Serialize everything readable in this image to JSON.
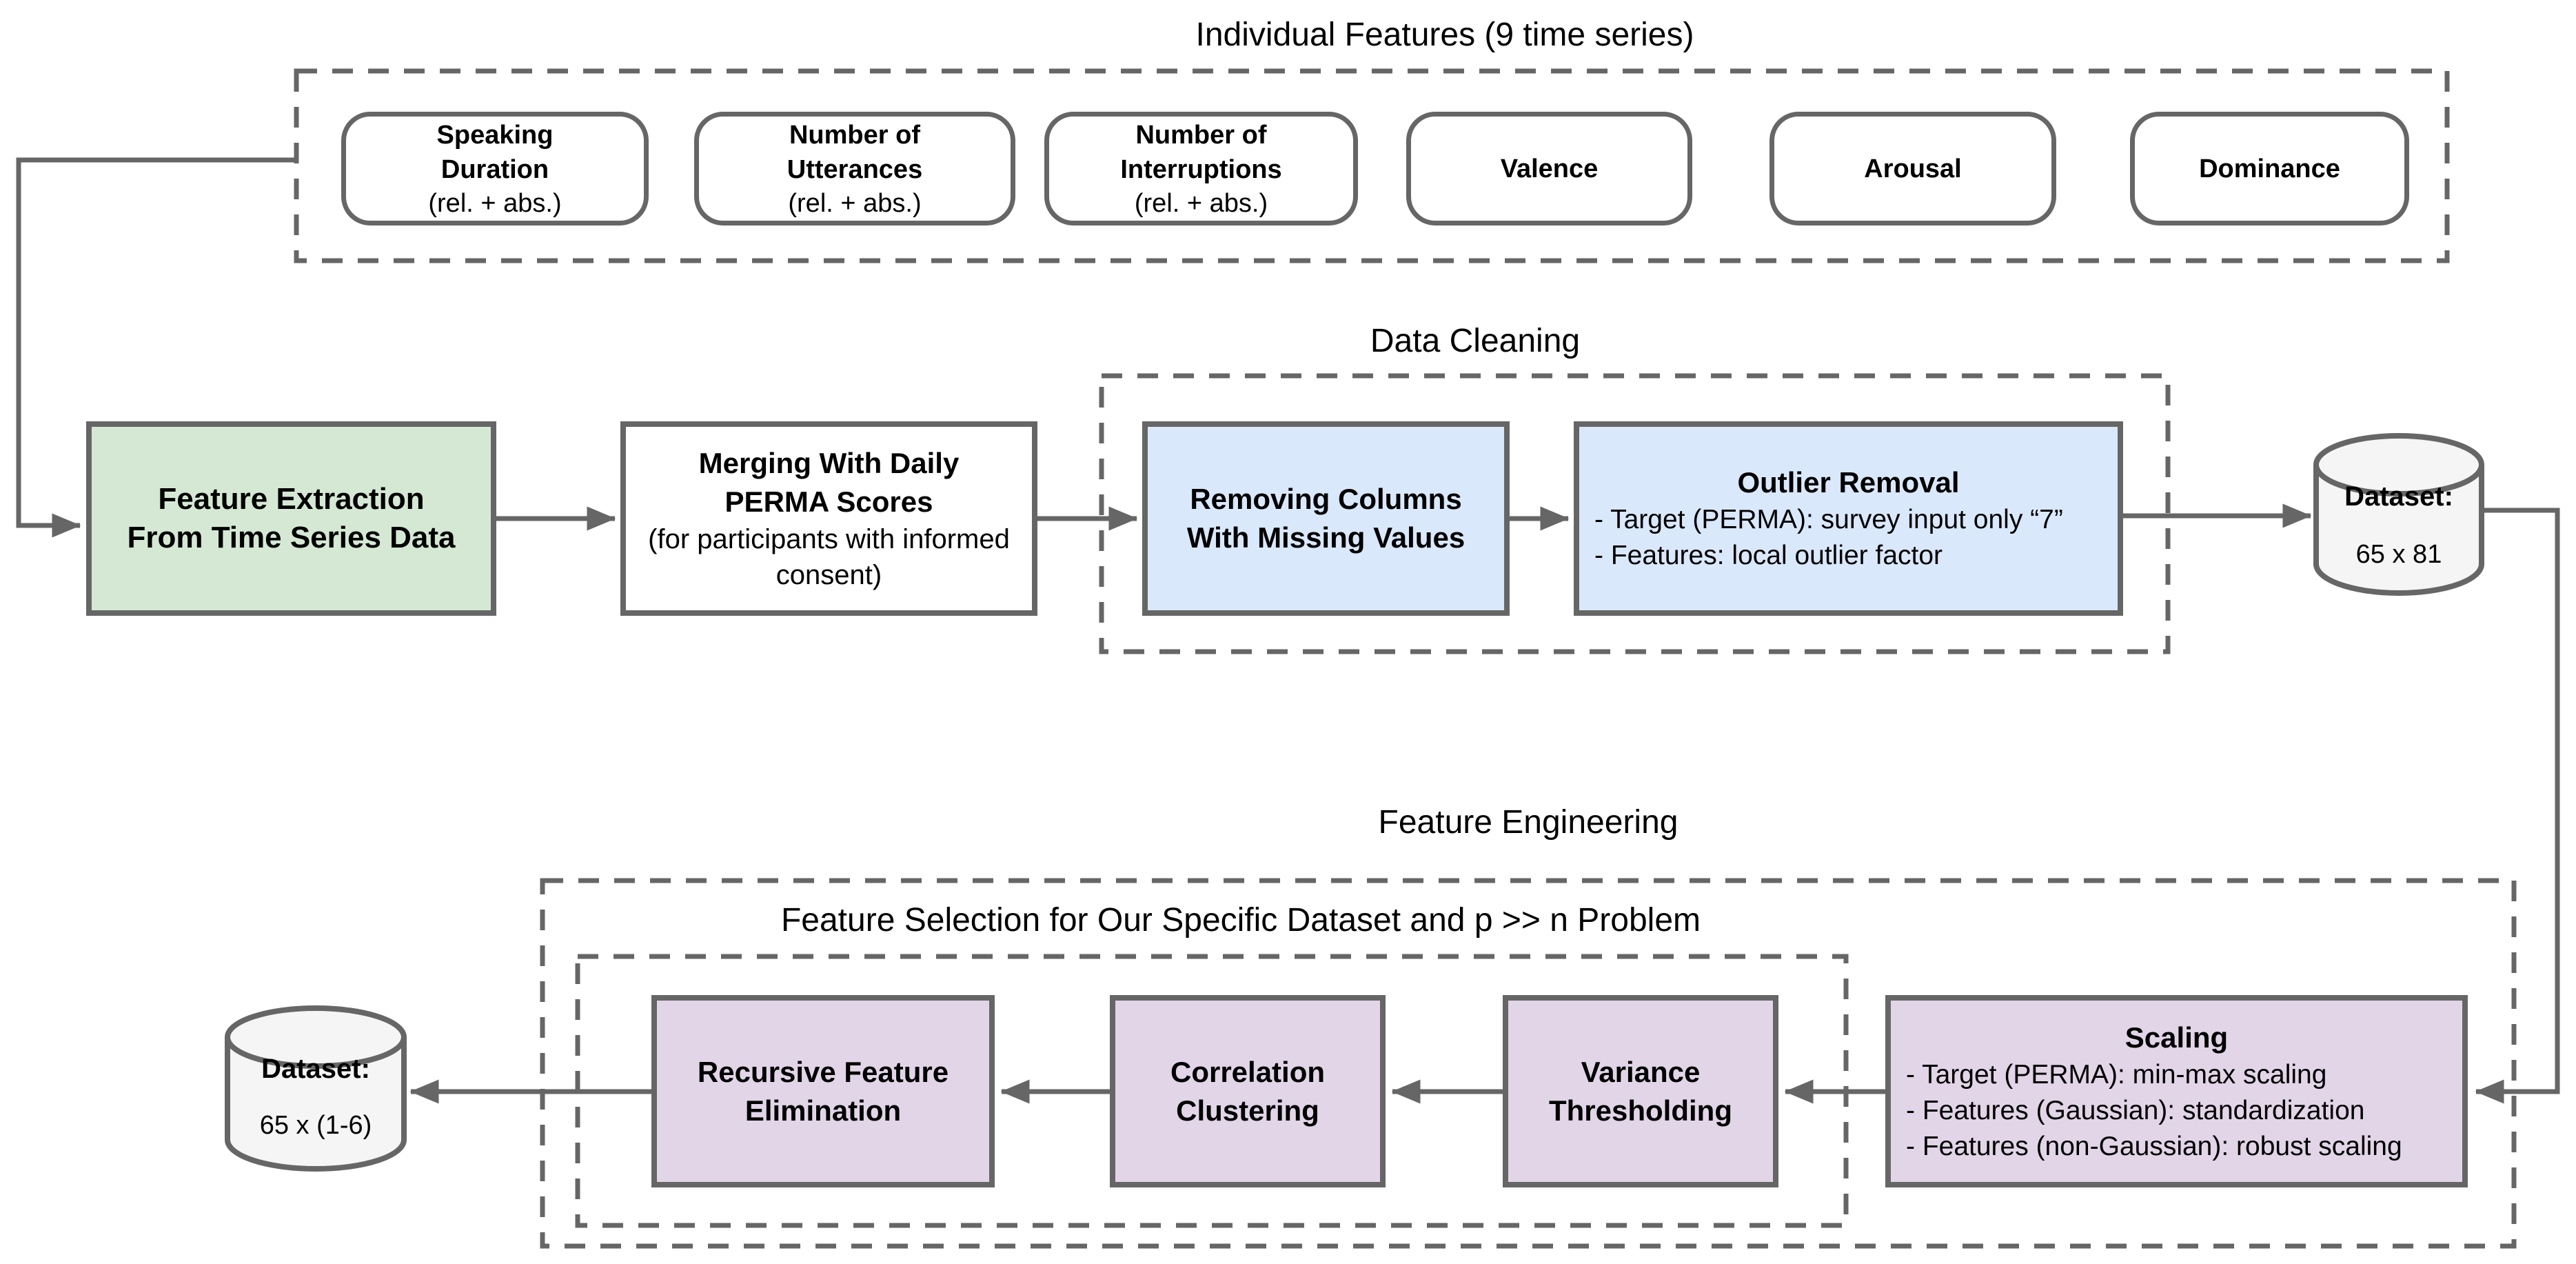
{
  "colors": {
    "green_fill": "#d5e8d4",
    "blue_fill": "#dae8fc",
    "purple_fill": "#e1d5e7",
    "cylinder_fill": "#f5f5f5",
    "stroke": "#666666",
    "text": "#000000"
  },
  "individual_features": {
    "title": "Individual Features (9 time series)",
    "items": [
      {
        "name": "Speaking\nDuration",
        "note": "(rel. + abs.)"
      },
      {
        "name": "Number of\nUtterances",
        "note": "(rel. + abs.)"
      },
      {
        "name": "Number of\nInterruptions",
        "note": "(rel. + abs.)"
      },
      {
        "name": "Valence",
        "note": ""
      },
      {
        "name": "Arousal",
        "note": ""
      },
      {
        "name": "Dominance",
        "note": ""
      }
    ]
  },
  "main_flow": {
    "feature_extraction": "Feature Extraction\nFrom Time Series Data",
    "merging_title": "Merging With Daily\nPERMA Scores",
    "merging_note": "(for participants with informed\nconsent)",
    "data_cleaning_label": "Data Cleaning",
    "removing_columns": "Removing Columns\nWith Missing Values",
    "outlier_title": "Outlier Removal",
    "outlier_bullets": "- Target (PERMA): survey input only “7”\n- Features: local outlier factor",
    "dataset_label": "Dataset:",
    "dataset_size": "65 x 81"
  },
  "feature_engineering": {
    "label": "Feature Engineering",
    "selection_label": "Feature Selection for Our Specific Dataset and p >> n Problem",
    "scaling_title": "Scaling",
    "scaling_bullets": "- Target (PERMA): min-max scaling\n- Features (Gaussian): standardization\n- Features (non-Gaussian): robust scaling",
    "variance_thresholding": "Variance\nThresholding",
    "correlation_clustering": "Correlation\nClustering",
    "recursive_feature_elimination": "Recursive Feature\nElimination",
    "dataset_label": "Dataset:",
    "dataset_size": "65 x (1-6)"
  }
}
